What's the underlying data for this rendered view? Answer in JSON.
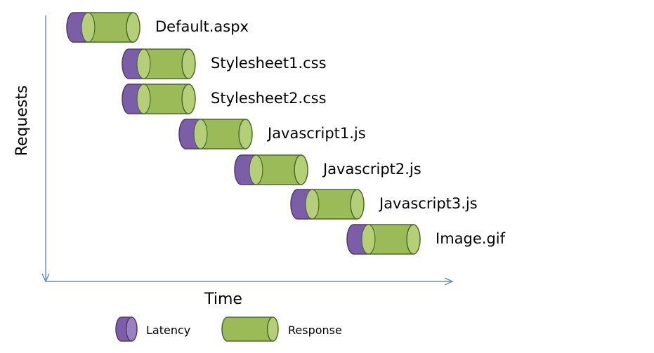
{
  "axes": {
    "x_label": "Time",
    "y_label": "Requests"
  },
  "colors": {
    "latency": "#7b5ea7",
    "latency_dark": "#4e3a72",
    "response": "#9bbb59",
    "response_light": "#b4cf78",
    "response_dark": "#4b6a2b",
    "axis": "#6d8bc0"
  },
  "requests": [
    {
      "name": "Default.aspx",
      "latency": 1,
      "response": 3
    },
    {
      "name": "Stylesheet1.css",
      "latency": 1,
      "response": 3
    },
    {
      "name": "Stylesheet2.css",
      "latency": 1,
      "response": 3
    },
    {
      "name": "Javascript1.js",
      "latency": 1,
      "response": 3
    },
    {
      "name": "Javascript2.js",
      "latency": 1,
      "response": 3
    },
    {
      "name": "Javascript3.js",
      "latency": 1,
      "response": 3
    },
    {
      "name": "Image.gif",
      "latency": 1,
      "response": 3
    }
  ],
  "legend": {
    "latency_label": "Latency",
    "response_label": "Response"
  }
}
